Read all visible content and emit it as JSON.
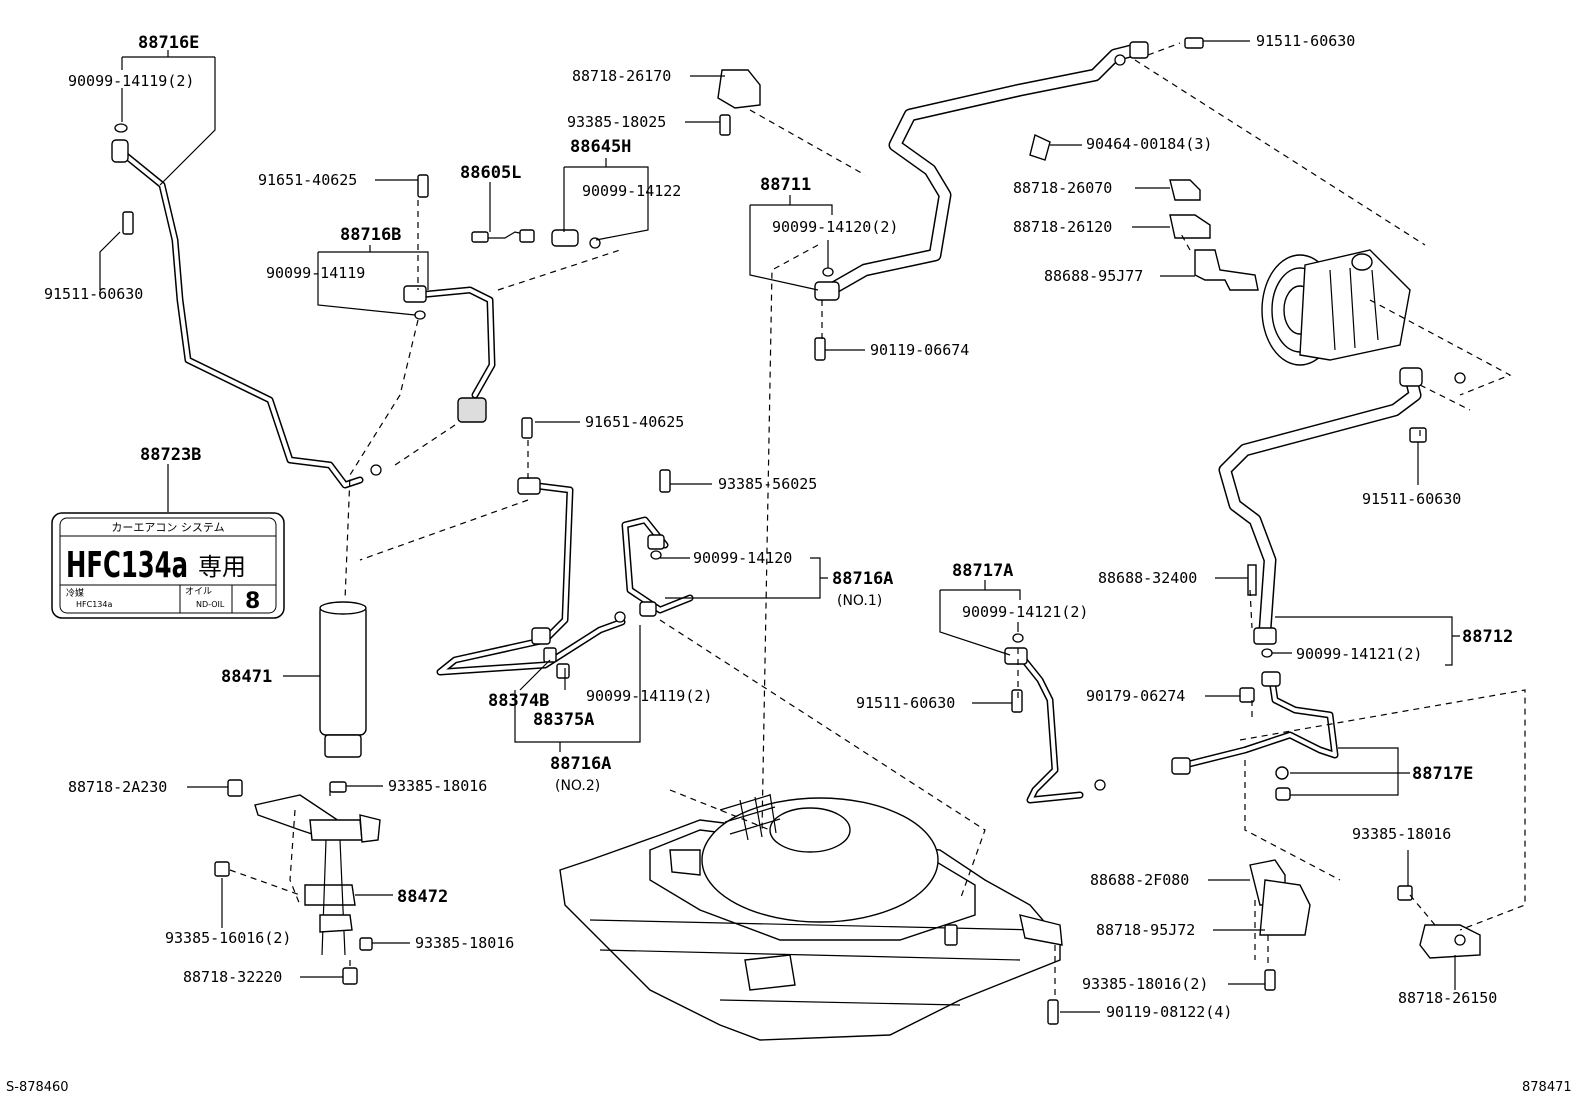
{
  "diagram_id_left": "S-878460",
  "diagram_id_right": "878471",
  "parts": {
    "p88716E": "88716E",
    "p90099_14119_2_top": "90099-14119(2)",
    "p91511_60630_left": "91511-60630",
    "p91651_40625_a": "91651-40625",
    "p88716B": "88716B",
    "p90099_14119_b": "90099-14119",
    "p88605L": "88605L",
    "p88645H": "88645H",
    "p90099_14122": "90099-14122",
    "p88718_26170": "88718-26170",
    "p93385_18025": "93385-18025",
    "p88711": "88711",
    "p90099_14120_2": "90099-14120(2)",
    "p90119_06674": "90119-06674",
    "p91511_60630_topright": "91511-60630",
    "p90464_00184_3": "90464-00184(3)",
    "p88718_26070": "88718-26070",
    "p88718_26120": "88718-26120",
    "p88688_95J77": "88688-95J77",
    "p91511_60630_right": "91511-60630",
    "p88723B": "88723B",
    "p91651_40625_b": "91651-40625",
    "p93385_56025": "93385-56025",
    "p90099_14120": "90099-14120",
    "p88716A_1": "88716A",
    "p88716A_1_sub": "(NO.1)",
    "p88471": "88471",
    "p88374B": "88374B",
    "p88375A": "88375A",
    "p90099_14119_2_mid": "90099-14119(2)",
    "p88716A_2": "88716A",
    "p88716A_2_sub": "(NO.2)",
    "p88717A": "88717A",
    "p90099_14121_2_a": "90099-14121(2)",
    "p91511_60630_mid": "91511-60630",
    "p88688_32400": "88688-32400",
    "p88712": "88712",
    "p90099_14121_2_b": "90099-14121(2)",
    "p90179_06274": "90179-06274",
    "p88717E": "88717E",
    "p88718_2A230": "88718-2A230",
    "p93385_18016_a": "93385-18016",
    "p93385_16016_2": "93385-16016(2)",
    "p88472": "88472",
    "p93385_18016_b": "93385-18016",
    "p88718_32220": "88718-32220",
    "p93385_18016_c": "93385-18016",
    "p88688_2F080": "88688-2F080",
    "p88718_95J72": "88718-95J72",
    "p93385_18016_2": "93385-18016(2)",
    "p90119_08122_4": "90119-08122(4)",
    "p88718_26150": "88718-26150"
  },
  "caution_label": {
    "header": "カーエアコン システム",
    "refrigerant": "HFC134a",
    "exclusive": "専用",
    "refrigerant_label": "冷媒",
    "refrigerant_small": "HFC134a",
    "oil_label": "オイル",
    "oil_value": "ND-OIL",
    "oil_number": "8"
  }
}
